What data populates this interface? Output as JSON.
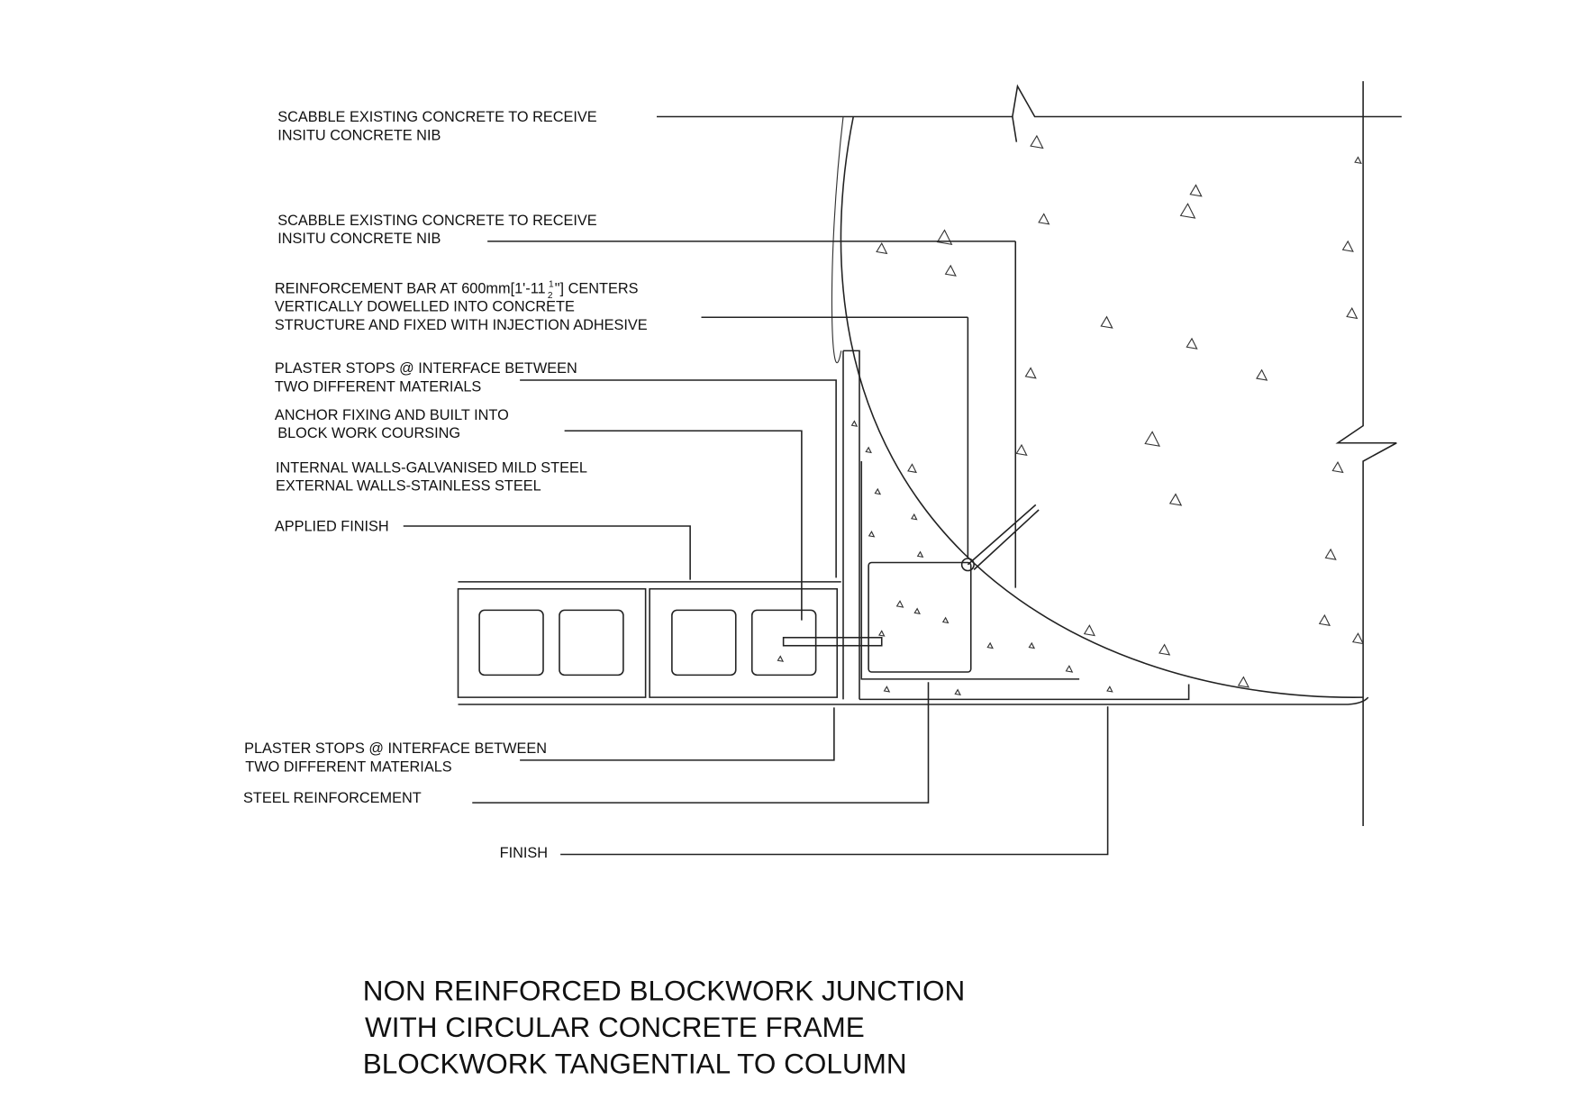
{
  "labels": {
    "scabble_top": [
      "SCABBLE EXISTING CONCRETE TO RECEIVE",
      "INSITU CONCRETE NIB"
    ],
    "scabble_mid": [
      "SCABBLE EXISTING CONCRETE TO RECEIVE",
      "INSITU CONCRETE NIB"
    ],
    "reinforcement_bar": [
      "REINFORCEMENT BAR AT 600mm[1'-11",
      "\"] CENTERS",
      "VERTICALLY DOWELLED INTO CONCRETE",
      "STRUCTURE AND FIXED WITH INJECTION ADHESIVE"
    ],
    "fraction": {
      "num": "1",
      "den": "2"
    },
    "plaster_stops_top": [
      "PLASTER STOPS @ INTERFACE BETWEEN",
      "TWO DIFFERENT MATERIALS"
    ],
    "anchor_fixing": [
      "ANCHOR FIXING AND BUILT INTO",
      "BLOCK WORK COURSING"
    ],
    "walls_note": [
      "INTERNAL WALLS-GALVANISED MILD STEEL",
      "EXTERNAL WALLS-STAINLESS STEEL"
    ],
    "applied_finish": "APPLIED FINISH",
    "plaster_stops_bottom": [
      "PLASTER STOPS @ INTERFACE BETWEEN",
      "TWO DIFFERENT MATERIALS"
    ],
    "steel_reinforcement": "STEEL REINFORCEMENT",
    "finish": "FINISH"
  },
  "title": [
    "NON REINFORCED BLOCKWORK JUNCTION",
    "WITH CIRCULAR CONCRETE FRAME",
    "BLOCKWORK TANGENTIAL TO COLUMN"
  ]
}
